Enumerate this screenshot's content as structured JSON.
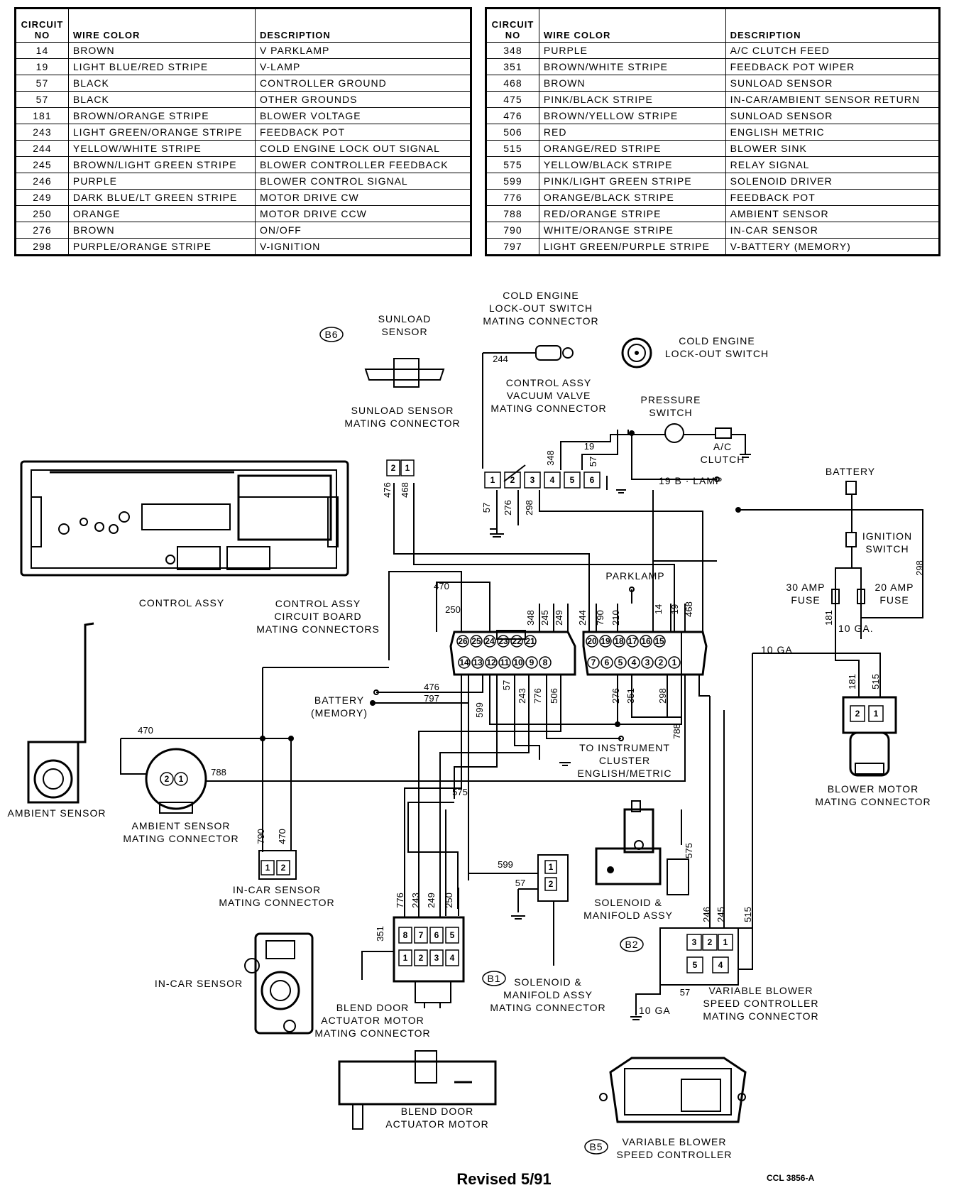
{
  "tables": {
    "headers": {
      "circuit_no_1": "CIRCUIT",
      "circuit_no_2": "NO",
      "wire_color": "WIRE COLOR",
      "description": "DESCRIPTION"
    },
    "left": [
      {
        "no": "14",
        "color": "BROWN",
        "desc": "V PARKLAMP"
      },
      {
        "no": "19",
        "color": "LIGHT BLUE/RED STRIPE",
        "desc": "V-LAMP"
      },
      {
        "no": "57",
        "color": "BLACK",
        "desc": "CONTROLLER GROUND"
      },
      {
        "no": "57",
        "color": "BLACK",
        "desc": "OTHER GROUNDS"
      },
      {
        "no": "181",
        "color": "BROWN/ORANGE STRIPE",
        "desc": "BLOWER VOLTAGE"
      },
      {
        "no": "243",
        "color": "LIGHT GREEN/ORANGE STRIPE",
        "desc": "FEEDBACK POT"
      },
      {
        "no": "244",
        "color": "YELLOW/WHITE STRIPE",
        "desc": "COLD ENGINE LOCK OUT SIGNAL"
      },
      {
        "no": "245",
        "color": "BROWN/LIGHT GREEN STRIPE",
        "desc": "BLOWER CONTROLLER FEEDBACK"
      },
      {
        "no": "246",
        "color": "PURPLE",
        "desc": "BLOWER CONTROL SIGNAL"
      },
      {
        "no": "249",
        "color": "DARK BLUE/LT GREEN STRIPE",
        "desc": "MOTOR DRIVE CW"
      },
      {
        "no": "250",
        "color": "ORANGE",
        "desc": "MOTOR DRIVE CCW"
      },
      {
        "no": "276",
        "color": "BROWN",
        "desc": "ON/OFF"
      },
      {
        "no": "298",
        "color": "PURPLE/ORANGE STRIPE",
        "desc": "V-IGNITION"
      }
    ],
    "right": [
      {
        "no": "348",
        "color": "PURPLE",
        "desc": "A/C CLUTCH FEED"
      },
      {
        "no": "351",
        "color": "BROWN/WHITE STRIPE",
        "desc": "FEEDBACK POT WIPER"
      },
      {
        "no": "468",
        "color": "BROWN",
        "desc": "SUNLOAD SENSOR"
      },
      {
        "no": "475",
        "color": "PINK/BLACK STRIPE",
        "desc": "IN-CAR/AMBIENT SENSOR RETURN"
      },
      {
        "no": "476",
        "color": "BROWN/YELLOW STRIPE",
        "desc": "SUNLOAD SENSOR"
      },
      {
        "no": "506",
        "color": "RED",
        "desc": "ENGLISH METRIC"
      },
      {
        "no": "515",
        "color": "ORANGE/RED STRIPE",
        "desc": "BLOWER SINK"
      },
      {
        "no": "575",
        "color": "YELLOW/BLACK STRIPE",
        "desc": "RELAY SIGNAL"
      },
      {
        "no": "599",
        "color": "PINK/LIGHT GREEN STRIPE",
        "desc": "SOLENOID DRIVER"
      },
      {
        "no": "776",
        "color": "ORANGE/BLACK STRIPE",
        "desc": "FEEDBACK POT"
      },
      {
        "no": "788",
        "color": "RED/ORANGE STRIPE",
        "desc": "AMBIENT SENSOR"
      },
      {
        "no": "790",
        "color": "WHITE/ORANGE STRIPE",
        "desc": "IN-CAR SENSOR"
      },
      {
        "no": "797",
        "color": "LIGHT GREEN/PURPLE STRIPE",
        "desc": "V-BATTERY (MEMORY)"
      }
    ]
  },
  "diagram": {
    "codes": {
      "b6": "B6",
      "b2": "B2",
      "b1": "B1",
      "b5": "B5"
    },
    "labels": {
      "sunload_sensor": [
        "SUNLOAD",
        "SENSOR"
      ],
      "cold_engine_connector": [
        "COLD ENGINE",
        "LOCK-OUT SWITCH",
        "MATING CONNECTOR"
      ],
      "cold_engine_switch": [
        "COLD ENGINE",
        "LOCK-OUT SWITCH"
      ],
      "vacuum_connector": [
        "CONTROL ASSY",
        "VACUUM VALVE",
        "MATING CONNECTOR"
      ],
      "pressure_switch": [
        "PRESSURE",
        "SWITCH"
      ],
      "ac_clutch": [
        "A/C",
        "CLUTCH"
      ],
      "sunload_connector": [
        "SUNLOAD SENSOR",
        "MATING CONNECTOR"
      ],
      "battery": "BATTERY",
      "lamp": "19 B · LAMP",
      "ignition_switch": [
        "IGNITION",
        "SWITCH"
      ],
      "fuse30": [
        "30 AMP",
        "FUSE"
      ],
      "fuse20": [
        "20 AMP",
        "FUSE"
      ],
      "ga1": "10 GA.",
      "ga2": "10 GA",
      "ga3": "10 GA",
      "parklamp": "PARKLAMP",
      "control_assy": "CONTROL ASSY",
      "circuit_board": [
        "CONTROL ASSY",
        "CIRCUIT BOARD",
        "MATING CONNECTORS"
      ],
      "battery_memory": [
        "BATTERY",
        "(MEMORY)"
      ],
      "instrument_cluster": [
        "TO INSTRUMENT",
        "CLUSTER",
        "ENGLISH/METRIC"
      ],
      "ambient_sensor": "AMBIENT SENSOR",
      "ambient_connector": [
        "AMBIENT SENSOR",
        "MATING CONNECTOR"
      ],
      "incar_connector": [
        "IN-CAR SENSOR",
        "MATING CONNECTOR"
      ],
      "incar_sensor": "IN-CAR SENSOR",
      "blend_connector": [
        "BLEND DOOR",
        "ACTUATOR MOTOR",
        "MATING CONNECTOR"
      ],
      "blend_motor": [
        "BLEND DOOR",
        "ACTUATOR MOTOR"
      ],
      "solenoid_assy": [
        "SOLENOID &",
        "MANIFOLD ASSY"
      ],
      "solenoid_connector": [
        "SOLENOID &",
        "MANIFOLD ASSY",
        "MATING CONNECTOR"
      ],
      "blower_motor_connector": [
        "BLOWER MOTOR",
        "MATING CONNECTOR"
      ],
      "vbsc_connector": [
        "VARIABLE BLOWER",
        "SPEED CONTROLLER",
        "MATING CONNECTOR"
      ],
      "vbsc": [
        "VARIABLE BLOWER",
        "SPEED CONTROLLER"
      ]
    },
    "wires": {
      "w244": "244",
      "w348": "348",
      "w19": "19",
      "w57a": "57",
      "w57b": "57",
      "w276a": "276",
      "w298a": "298",
      "w476a": "476",
      "w468a": "468",
      "w470a": "470",
      "w250a": "250",
      "w348b": "348",
      "w245a": "245",
      "w249a": "249",
      "w244b": "244",
      "w790a": "790",
      "w210": "210",
      "w14": "14",
      "w19b": "19",
      "w468b": "468",
      "w476b": "476",
      "w797": "797",
      "w599a": "599",
      "w57c": "57",
      "w243": "243",
      "w776": "776",
      "w506": "506",
      "w276b": "276",
      "w351a": "351",
      "w298b": "298",
      "w788": "788",
      "w470b": "470",
      "w788b": "788",
      "w575a": "575",
      "w790b": "790",
      "w470c": "470",
      "w599b": "599",
      "w57d": "57",
      "w351b": "351",
      "w776b": "776",
      "w243b": "243",
      "w249b": "249",
      "w250b": "250",
      "w575b": "575",
      "w246": "246",
      "w245b": "245",
      "w515a": "515",
      "w57e": "57",
      "w181a": "181",
      "w181b": "181",
      "w515b": "515",
      "w298c": "298"
    },
    "pins": {
      "vac": [
        "1",
        "2",
        "3",
        "4",
        "5",
        "6"
      ],
      "sun": [
        "2",
        "1"
      ],
      "upper_left": [
        "26",
        "25",
        "24",
        "23",
        "22",
        "21"
      ],
      "lower_left": [
        "14",
        "13",
        "12",
        "11",
        "10",
        "9",
        "8"
      ],
      "upper_right": [
        "20",
        "19",
        "18",
        "17",
        "16",
        "15"
      ],
      "lower_right": [
        "7",
        "6",
        "5",
        "4",
        "3",
        "2",
        "1"
      ],
      "amb": [
        "2",
        "1"
      ],
      "incar": [
        "1",
        "2"
      ],
      "blend_top": [
        "8",
        "7",
        "6",
        "5"
      ],
      "blend_bot": [
        "1",
        "2",
        "3",
        "4"
      ],
      "sol": [
        "1",
        "2"
      ],
      "vbsc_top": [
        "3",
        "2",
        "1"
      ],
      "vbsc_bot": [
        "5",
        "4"
      ],
      "blower": [
        "2",
        "1"
      ]
    }
  },
  "footer": {
    "revised": "Revised 5/91",
    "code": "CCL 3856-A"
  }
}
